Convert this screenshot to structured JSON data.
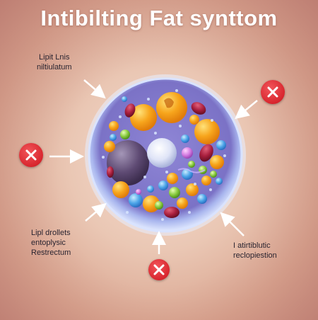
{
  "title": "Intibilting Fat synttom",
  "labels": {
    "top_left": [
      "Lipit Lnis",
      "niltiulatum"
    ],
    "bottom_left": [
      "Lipl drollets",
      "entoplysic",
      "Restrectum"
    ],
    "bottom_right": [
      "I atirtiblutic",
      "reclopiestion"
    ]
  },
  "icons": {
    "blocked": "x-circle-icon",
    "arrow": "arrow-icon"
  },
  "colors": {
    "x_badge": "#d8262e",
    "cell_membrane": "#c7d6f5",
    "cytoplasm": "#7f78c9",
    "lipid_orange": "#f4a21b",
    "nucleus": "#5f4a73"
  }
}
